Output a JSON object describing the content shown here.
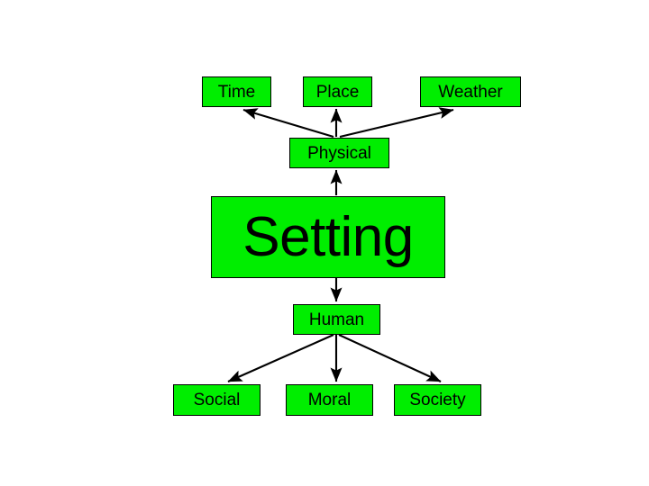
{
  "diagram": {
    "title": "Setting",
    "type": "concept-map",
    "colors": {
      "node_fill": "#00ee00",
      "node_border": "#000000",
      "arrow": "#000000",
      "background": "#ffffff",
      "text": "#000000"
    },
    "nodes": [
      {
        "id": "setting",
        "label": "Setting",
        "role": "root"
      },
      {
        "id": "physical",
        "label": "Physical",
        "role": "branch"
      },
      {
        "id": "human",
        "label": "Human",
        "role": "branch"
      },
      {
        "id": "time",
        "label": "Time",
        "role": "leaf"
      },
      {
        "id": "place",
        "label": "Place",
        "role": "leaf"
      },
      {
        "id": "weather",
        "label": "Weather",
        "role": "leaf"
      },
      {
        "id": "social",
        "label": "Social",
        "role": "leaf"
      },
      {
        "id": "moral",
        "label": "Moral",
        "role": "leaf"
      },
      {
        "id": "society",
        "label": "Society",
        "role": "leaf"
      }
    ],
    "edges": [
      {
        "from": "setting",
        "to": "physical"
      },
      {
        "from": "setting",
        "to": "human"
      },
      {
        "from": "physical",
        "to": "time"
      },
      {
        "from": "physical",
        "to": "place"
      },
      {
        "from": "physical",
        "to": "weather"
      },
      {
        "from": "human",
        "to": "social"
      },
      {
        "from": "human",
        "to": "moral"
      },
      {
        "from": "human",
        "to": "society"
      }
    ]
  }
}
